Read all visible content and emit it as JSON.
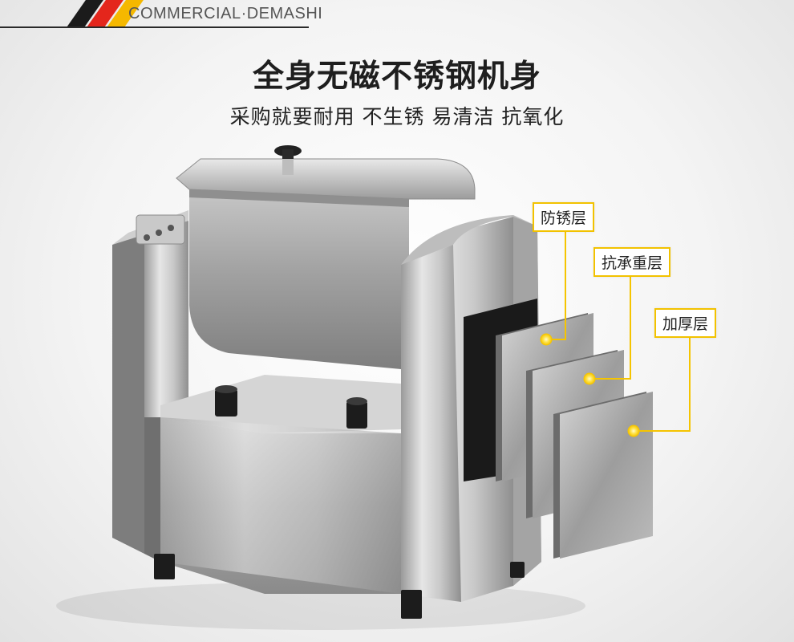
{
  "header": {
    "brand_text": "COMMERCIAL·DEMASHI",
    "stripe_colors": [
      "#1b1b1b",
      "#e4261c",
      "#f5b800"
    ]
  },
  "title": "全身无磁不锈钢机身",
  "subtitle": "采购就要耐用 不生锈 易清洁 抗氧化",
  "callouts": [
    {
      "label": "防锈层"
    },
    {
      "label": "抗承重层"
    },
    {
      "label": "加厚层"
    }
  ],
  "accent_color": "#f5c400",
  "product": {
    "icon": "dough-mixer-machine-icon"
  }
}
